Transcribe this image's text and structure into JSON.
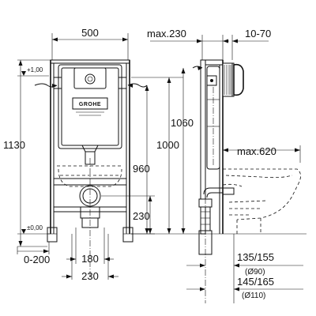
{
  "logo": "GROHE",
  "front_view": {
    "width_label": "500",
    "total_height_label": "1130",
    "plus_marker": "+1,00",
    "zero_marker": "±0,00",
    "cistern_bracket_label": "1060",
    "height_1000_label": "1000",
    "height_960_label": "960",
    "drain_height_label": "230",
    "adjust_label": "0-200",
    "spacing_180_label": "180",
    "spacing_230_label": "230"
  },
  "side_view": {
    "depth_label": "max.230",
    "plate_label": "10-70",
    "bowl_label": "max.620",
    "outlet_1_label": "135/155",
    "outlet_1_dia": "(Ø90)",
    "outlet_2_label": "145/165",
    "outlet_2_dia": "(Ø110)"
  }
}
